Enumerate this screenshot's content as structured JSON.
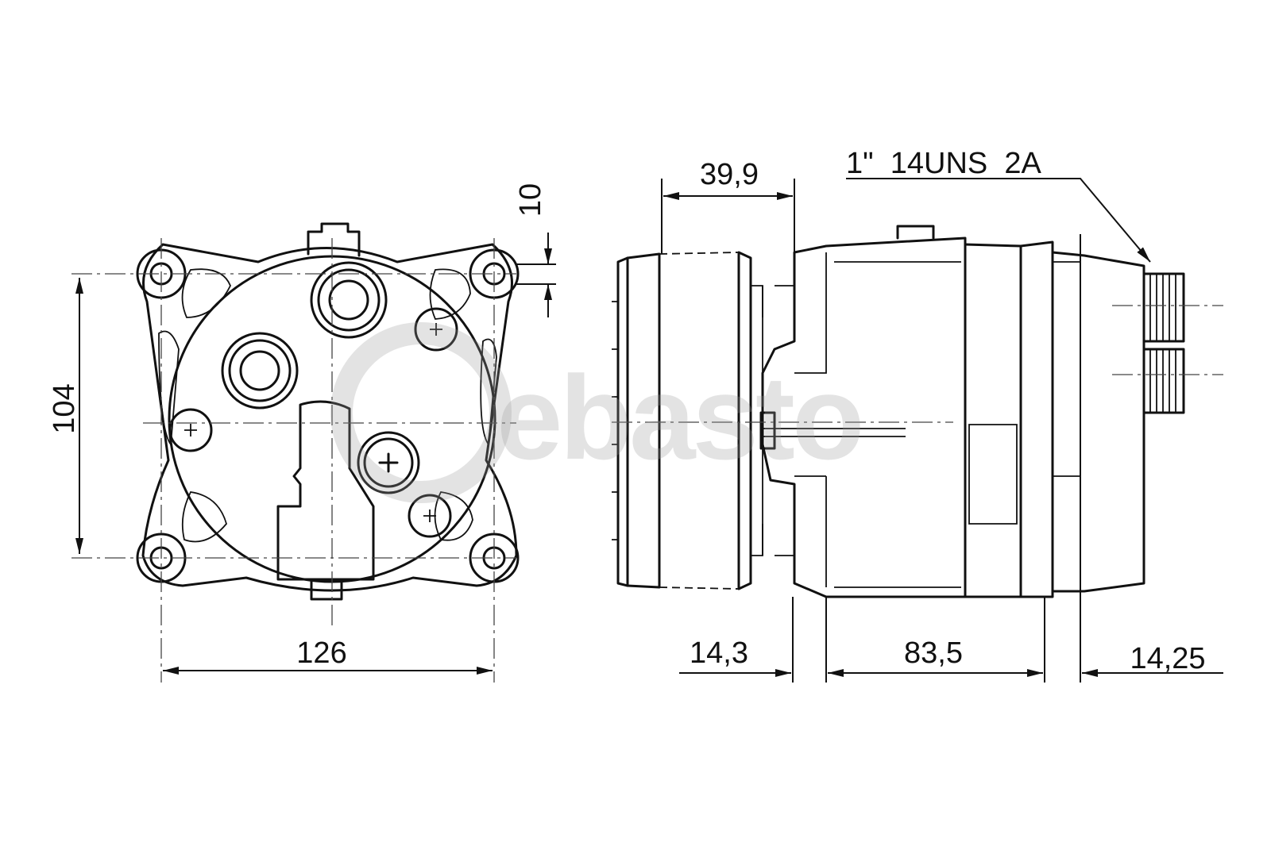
{
  "watermark": {
    "brand": "ebasto",
    "color": "#9a9a9a"
  },
  "front_view": {
    "dim_height": "104",
    "dim_width": "126",
    "dim_offset": "10"
  },
  "side_view": {
    "dim_clutch": "39,9",
    "dim_left": "14,3",
    "dim_body": "83,5",
    "dim_right": "14,25",
    "thread_note": "1\"  14UNS  2A"
  },
  "colors": {
    "line": "#111111",
    "background": "#ffffff"
  }
}
